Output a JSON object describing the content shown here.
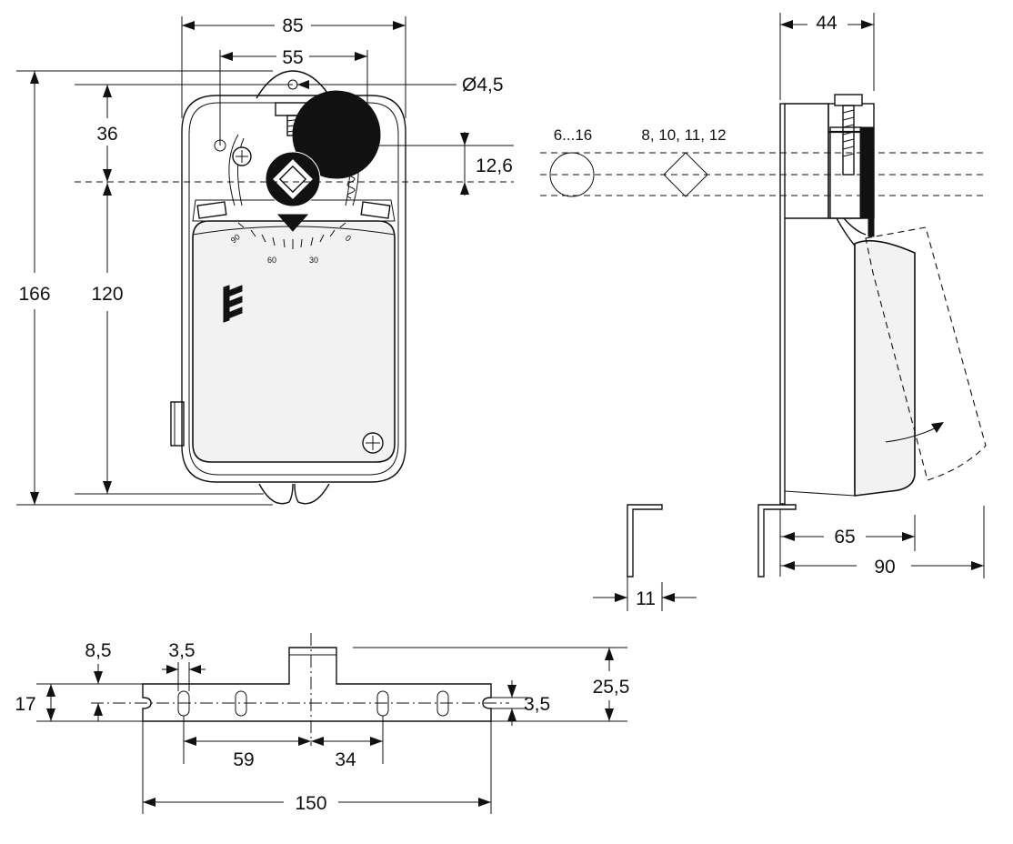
{
  "front_view": {
    "width_dim": "85",
    "hole_spacing_dim": "55",
    "hole_diameter_dim": "Ø4,5",
    "total_height_dim": "166",
    "top_offset_dim": "36",
    "center_height_dim": "120",
    "hole_offset_dim": "12,6",
    "scale_labels": [
      "90",
      "60",
      "30",
      "0"
    ]
  },
  "shaft_sizes": {
    "round_label": "6...16",
    "square_label": "8, 10, 11, 12"
  },
  "side_view": {
    "depth_dim": "44",
    "depth_body_dim": "65",
    "depth_total_dim": "90"
  },
  "bracket_profile": {
    "thickness_dim": "11"
  },
  "mounting_plate": {
    "edge_offset_dim": "8,5",
    "slot_width_dim": "3,5",
    "height_dim": "17",
    "slot_offset_dim": "3,5",
    "tab_height_dim": "25,5",
    "spacing_a_dim": "59",
    "spacing_b_dim": "34",
    "length_dim": "150"
  },
  "colors": {
    "line": "#111111",
    "fill": "#f2f2f2"
  }
}
